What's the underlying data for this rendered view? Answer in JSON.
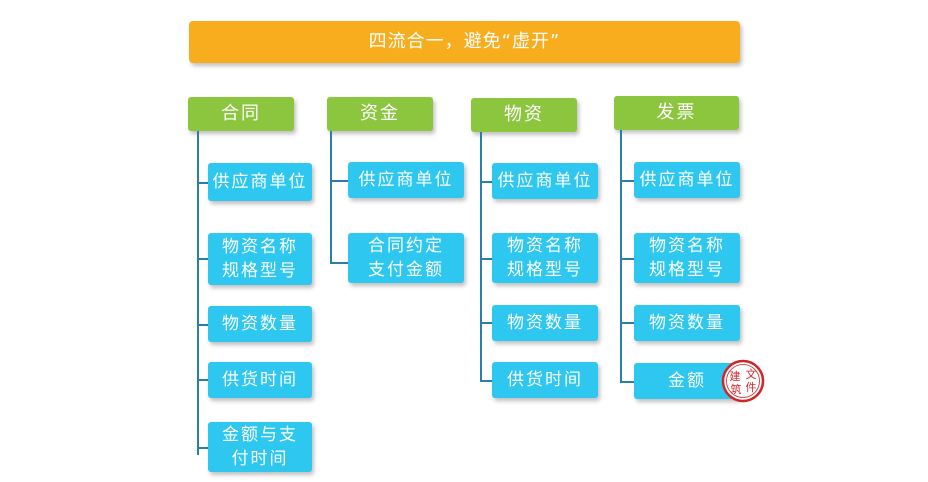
{
  "title": "四流合一，避免“虚开”",
  "columns": {
    "contract": {
      "header": "合同",
      "items": [
        "供应商单位",
        [
          "物资名称",
          "规格型号"
        ],
        "物资数量",
        "供货时间",
        [
          "金额与支",
          "付时间"
        ]
      ]
    },
    "funds": {
      "header": "资金",
      "items": [
        "供应商单位",
        [
          "合同约定",
          "支付金额"
        ]
      ]
    },
    "goods": {
      "header": "物资",
      "items": [
        "供应商单位",
        [
          "物资名称",
          "规格型号"
        ],
        "物资数量",
        "供货时间"
      ]
    },
    "invoice": {
      "header": "发票",
      "items": [
        "供应商单位",
        [
          "物资名称",
          "规格型号"
        ],
        "物资数量",
        "金额"
      ]
    }
  },
  "seal": {
    "chars": [
      "建",
      "文",
      "筑",
      "件"
    ],
    "color": "#d0262a"
  },
  "colors": {
    "banner": "#f7ad1e",
    "header": "#8cc63f",
    "item": "#2ec7f0",
    "connector": "#2a7fa8"
  }
}
